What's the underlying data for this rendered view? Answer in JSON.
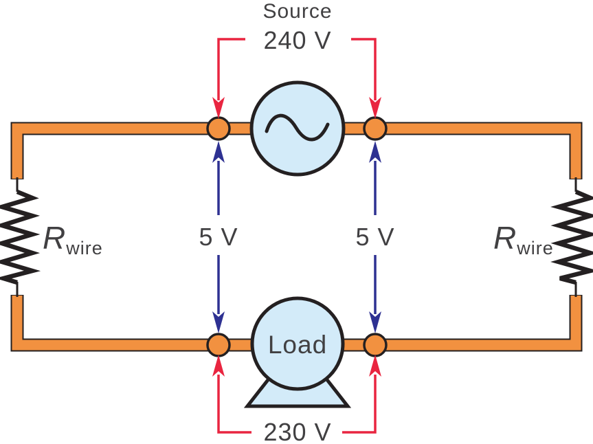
{
  "figure": {
    "source": {
      "label": "Source",
      "voltage": "240 V"
    },
    "load": {
      "label": "Load",
      "voltage": "230 V"
    },
    "wire_drops": {
      "left": "5 V",
      "right": "5 V"
    },
    "resistors": {
      "left": {
        "symbol": "R",
        "subscript": "wire"
      },
      "right": {
        "symbol": "R",
        "subscript": "wire"
      }
    }
  },
  "colors": {
    "wire_orange": "#F29140",
    "annotation_red": "#E92540",
    "annotation_blue": "#2E3192",
    "component_fill": "#D3EBF9",
    "stroke_dark": "#242021",
    "text_gray": "#414042",
    "background": "#FFFFFF"
  }
}
